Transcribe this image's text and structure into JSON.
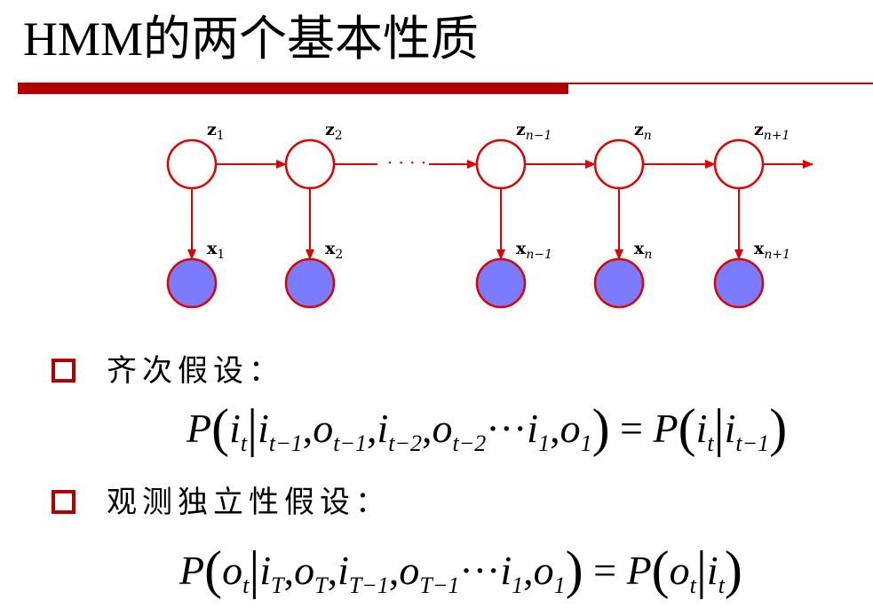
{
  "slide": {
    "title": "HMM的两个基本性质",
    "accent_color": "#cc0000",
    "rule_color": "#b00000"
  },
  "graph": {
    "hidden_labels": [
      "z",
      "z",
      "z",
      "z",
      "z"
    ],
    "hidden_subscripts": [
      "1",
      "2",
      "n−1",
      "n",
      "n+1"
    ],
    "observed_labels": [
      "x",
      "x",
      "x",
      "x",
      "x"
    ],
    "observed_subscripts": [
      "1",
      "2",
      "n−1",
      "n",
      "n+1"
    ],
    "ellipsis": "· · · ·",
    "hidden_fill": "#ffffff",
    "observed_fill": "#7b7bff",
    "edge_color": "#e00000"
  },
  "bullets": [
    {
      "label": "齐次假设：",
      "formula": {
        "lhs_func": "P",
        "lhs_var": "i",
        "lhs_sub": "t",
        "conds": [
          {
            "v": "i",
            "s": "t−1"
          },
          {
            "v": "o",
            "s": "t−1"
          },
          {
            "v": "i",
            "s": "t−2"
          },
          {
            "v": "o",
            "s": "t−2"
          }
        ],
        "dots": "···",
        "tail": [
          {
            "v": "i",
            "s": "1"
          },
          {
            "v": "o",
            "s": "1"
          }
        ],
        "rhs_func": "P",
        "rhs_var": "i",
        "rhs_sub": "t",
        "rhs_cond_var": "i",
        "rhs_cond_sub": "t−1"
      }
    },
    {
      "label": "观测独立性假设：",
      "formula": {
        "lhs_func": "P",
        "lhs_var": "o",
        "lhs_sub": "t",
        "conds": [
          {
            "v": "i",
            "s": "T"
          },
          {
            "v": "o",
            "s": "T"
          },
          {
            "v": "i",
            "s": "T−1"
          },
          {
            "v": "o",
            "s": "T−1"
          }
        ],
        "dots": "···",
        "tail": [
          {
            "v": "i",
            "s": "1"
          },
          {
            "v": "o",
            "s": "1"
          }
        ],
        "rhs_func": "P",
        "rhs_var": "o",
        "rhs_sub": "t",
        "rhs_cond_var": "i",
        "rhs_cond_sub": "t"
      }
    }
  ]
}
